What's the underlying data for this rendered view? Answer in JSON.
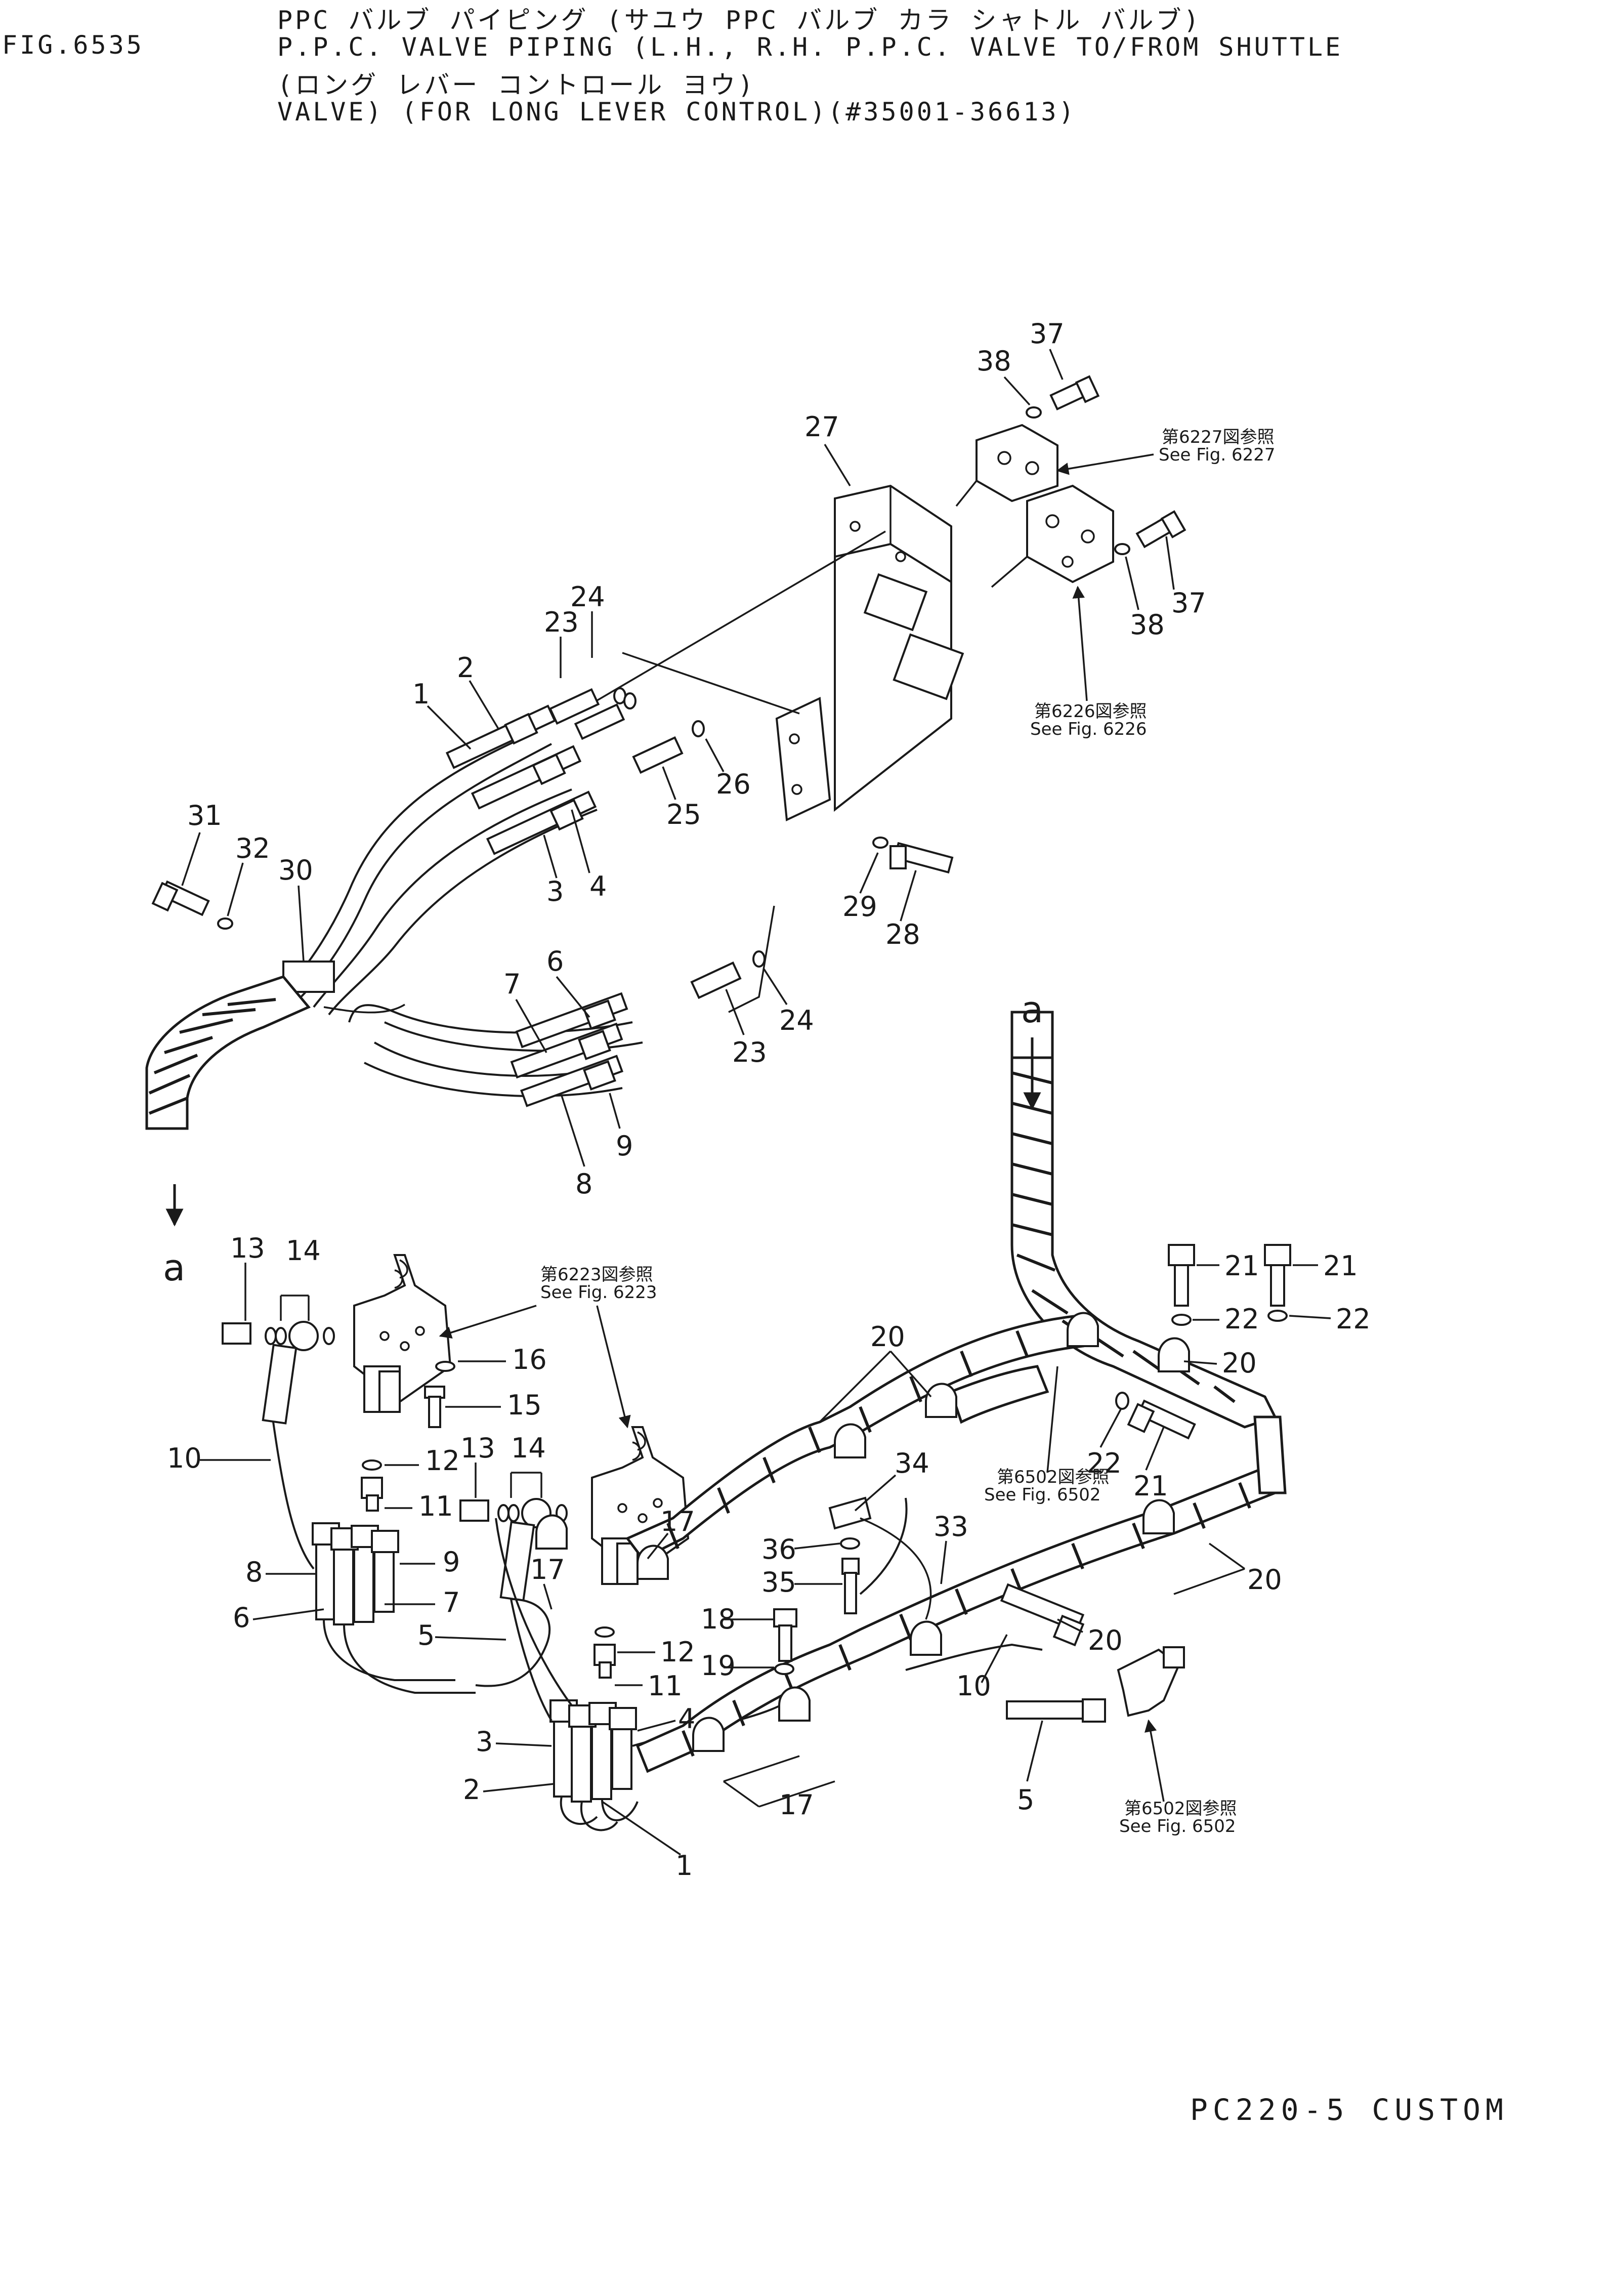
{
  "header": {
    "fig_id": "FIG.6535",
    "title_jp_1": "PPC バルブ パイピング (サユウ PPC バルブ カラ シャトル バルブ)",
    "title_en_1": "P.P.C. VALVE PIPING (L.H., R.H. P.P.C. VALVE TO/FROM SHUTTLE",
    "title_jp_2": "(ロング レバー コントロール ヨウ)",
    "title_en_2": "VALVE) (FOR LONG LEVER CONTROL)(#35001-36613)"
  },
  "references": {
    "fig6227_jp": "第6227図参照",
    "fig6227_en": "See Fig. 6227",
    "fig6226_jp": "第6226図参照",
    "fig6226_en": "See Fig. 6226",
    "fig6223_jp": "第6223図参照",
    "fig6223_en": "See Fig. 6223",
    "fig6502a_jp": "第6502図参照",
    "fig6502a_en": "See Fig. 6502",
    "fig6502b_jp": "第6502図参照",
    "fig6502b_en": "See Fig. 6502"
  },
  "connector_marks": {
    "top": "a",
    "bottom": "a"
  },
  "callouts": {
    "c1": "1",
    "c2": "2",
    "c3": "3",
    "c4": "4",
    "c6": "6",
    "c7": "7",
    "c8": "8",
    "c9": "9",
    "c23a": "23",
    "c24a": "24",
    "c23b": "23",
    "c24b": "24",
    "c25": "25",
    "c26": "26",
    "c27": "27",
    "c28": "28",
    "c29": "29",
    "c30": "30",
    "c31": "31",
    "c32": "32",
    "c37a": "37",
    "c38a": "38",
    "c37b": "37",
    "c38b": "38",
    "d13a": "13",
    "d14a": "14",
    "d16": "16",
    "d15": "15",
    "d10a": "10",
    "d12a": "12",
    "d11a": "11",
    "d8": "8",
    "d9": "9",
    "d6": "6",
    "d7": "7",
    "d5a": "5",
    "d13b": "13",
    "d14b": "14",
    "d17a": "17",
    "d17b": "17",
    "d12b": "12",
    "d11b": "11",
    "d3": "3",
    "d4": "4",
    "d2": "2",
    "d1": "1",
    "d17c": "17",
    "d18": "18",
    "d19": "19",
    "d35": "35",
    "d36": "36",
    "d34": "34",
    "d33": "33",
    "d20a": "20",
    "d20b": "20",
    "d20c": "20",
    "d20d": "20",
    "d21a": "21",
    "d21b": "21",
    "d21c": "21",
    "d22a": "22",
    "d22b": "22",
    "d22c": "22",
    "d10b": "10",
    "d5b": "5"
  },
  "footer": {
    "model": "PC220-5 CUSTOM"
  }
}
